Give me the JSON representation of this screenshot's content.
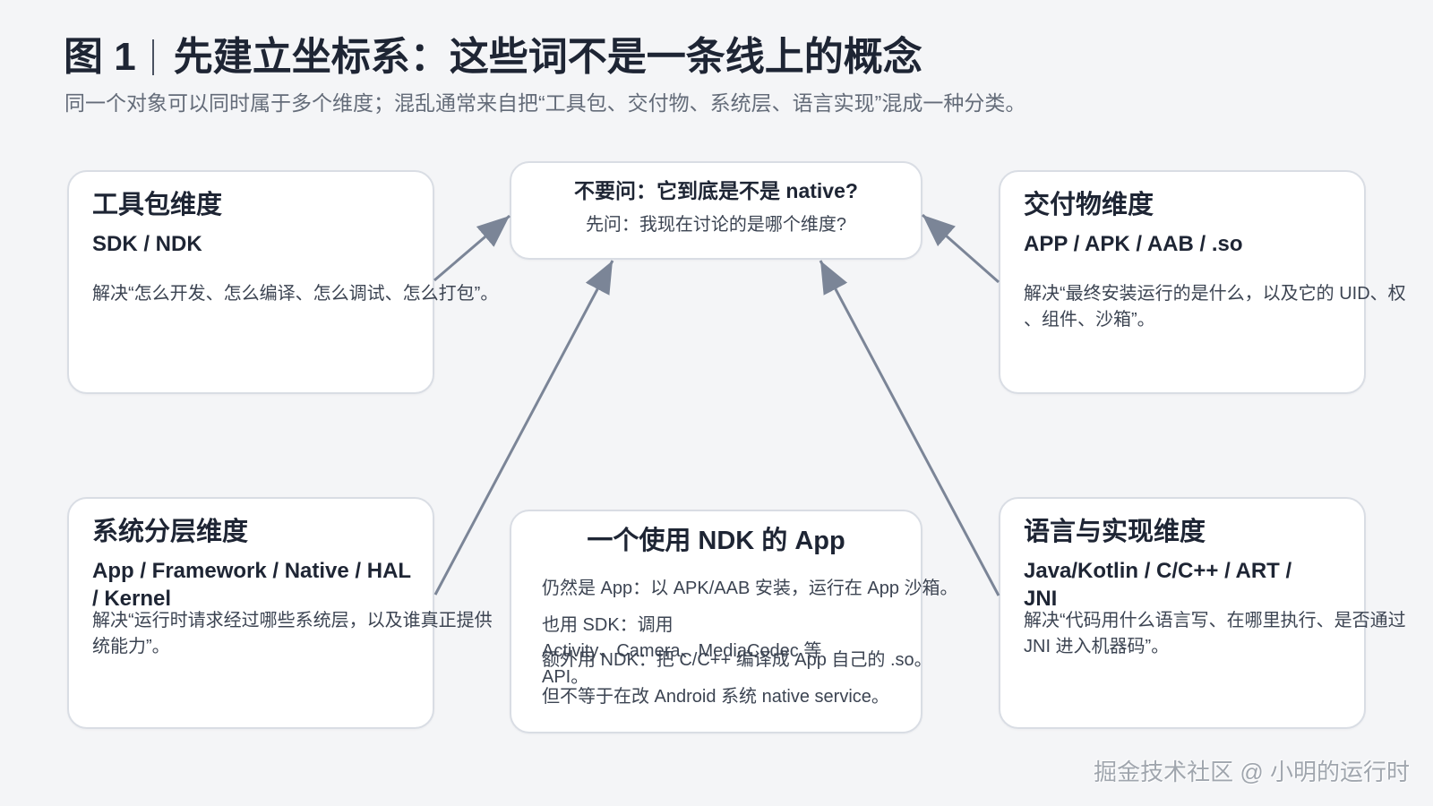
{
  "figure": {
    "label": "图 1",
    "title": "先建立坐标系：这些词不是一条线上的概念",
    "subtitle": "同一个对象可以同时属于多个维度；混乱通常来自把“工具包、交付物、系统层、语言实现”混成一种分类。"
  },
  "center_question": {
    "dont_ask": "不要问：它到底是不是 native?",
    "ask": "先问：我现在讨论的是哪个维度?"
  },
  "dimensions": {
    "toolkit": {
      "title": "工具包维度",
      "subtitle_lines": [
        "SDK / NDK"
      ],
      "desc_lines": [
        "解决“怎么开发、怎么编译、怎么调试、怎么打包”。"
      ]
    },
    "deliverable": {
      "title": "交付物维度",
      "subtitle_lines": [
        "APP / APK / AAB / .so"
      ],
      "desc_lines": [
        "解决“最终安装运行的是什么，以及它的 UID、权",
        "、组件、沙箱”。"
      ]
    },
    "system_layer": {
      "title": "系统分层维度",
      "subtitle_lines": [
        "App / Framework / Native / HAL",
        "/ Kernel"
      ],
      "desc_lines": [
        "解决“运行时请求经过哪些系统层，以及谁真正提供",
        "统能力”。"
      ]
    },
    "language": {
      "title": "语言与实现维度",
      "subtitle_lines": [
        "Java/Kotlin / C/C++ / ART /",
        "JNI"
      ],
      "desc_lines": [
        "解决“代码用什么语言写、在哪里执行、是否通过",
        "JNI 进入机器码”。"
      ]
    }
  },
  "example": {
    "title": "一个使用 NDK 的 App",
    "lines": [
      "仍然是 App：以 APK/AAB 安装，运行在 App 沙箱。",
      "也用 SDK：调用",
      "Activity、Camera、MediaCodec 等",
      "API。",
      "额外用 NDK：把 C/C++ 编译成 App 自己的 .so。",
      "但不等于在改 Android 系统 native service。"
    ]
  },
  "watermark": "掘金技术社区 @ 小明的运行时",
  "colors": {
    "bg": "#f4f5f7",
    "card": "#ffffff",
    "border": "#d9dde4",
    "ink": "#1e2534",
    "muted": "#646c79",
    "body": "#3c4452",
    "arrow": "#7b8597",
    "watermark": "#a0a6ae"
  }
}
